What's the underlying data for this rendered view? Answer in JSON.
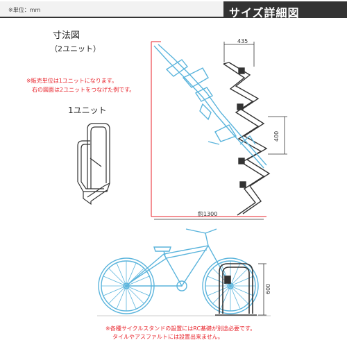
{
  "header": {
    "unit_label": "※単位：mm",
    "title": "サイズ詳細図"
  },
  "left_panel": {
    "dimension_title": "寸法図",
    "dimension_subtitle": "（2ユニット）",
    "sales_note_line1": "※販売単位は1ユニットになります。",
    "sales_note_line2": "右の図面は2ユニットをつなげた例です。",
    "one_unit_label": "1ユニット"
  },
  "dimensions": {
    "width_top": "435",
    "height_right": "400",
    "length_bottom": "約1300",
    "height_side": "600"
  },
  "warning": {
    "line1": "※各種サイクルスタンドの設置にはRC基礎が別途必要です。",
    "line2": "タイルやアスファルトには設置出来ません。"
  },
  "colors": {
    "header_bar": "#333333",
    "note_red": "#e8222a",
    "bicycle_blue": "#5ab4dc",
    "frame_line": "#e8222a"
  }
}
